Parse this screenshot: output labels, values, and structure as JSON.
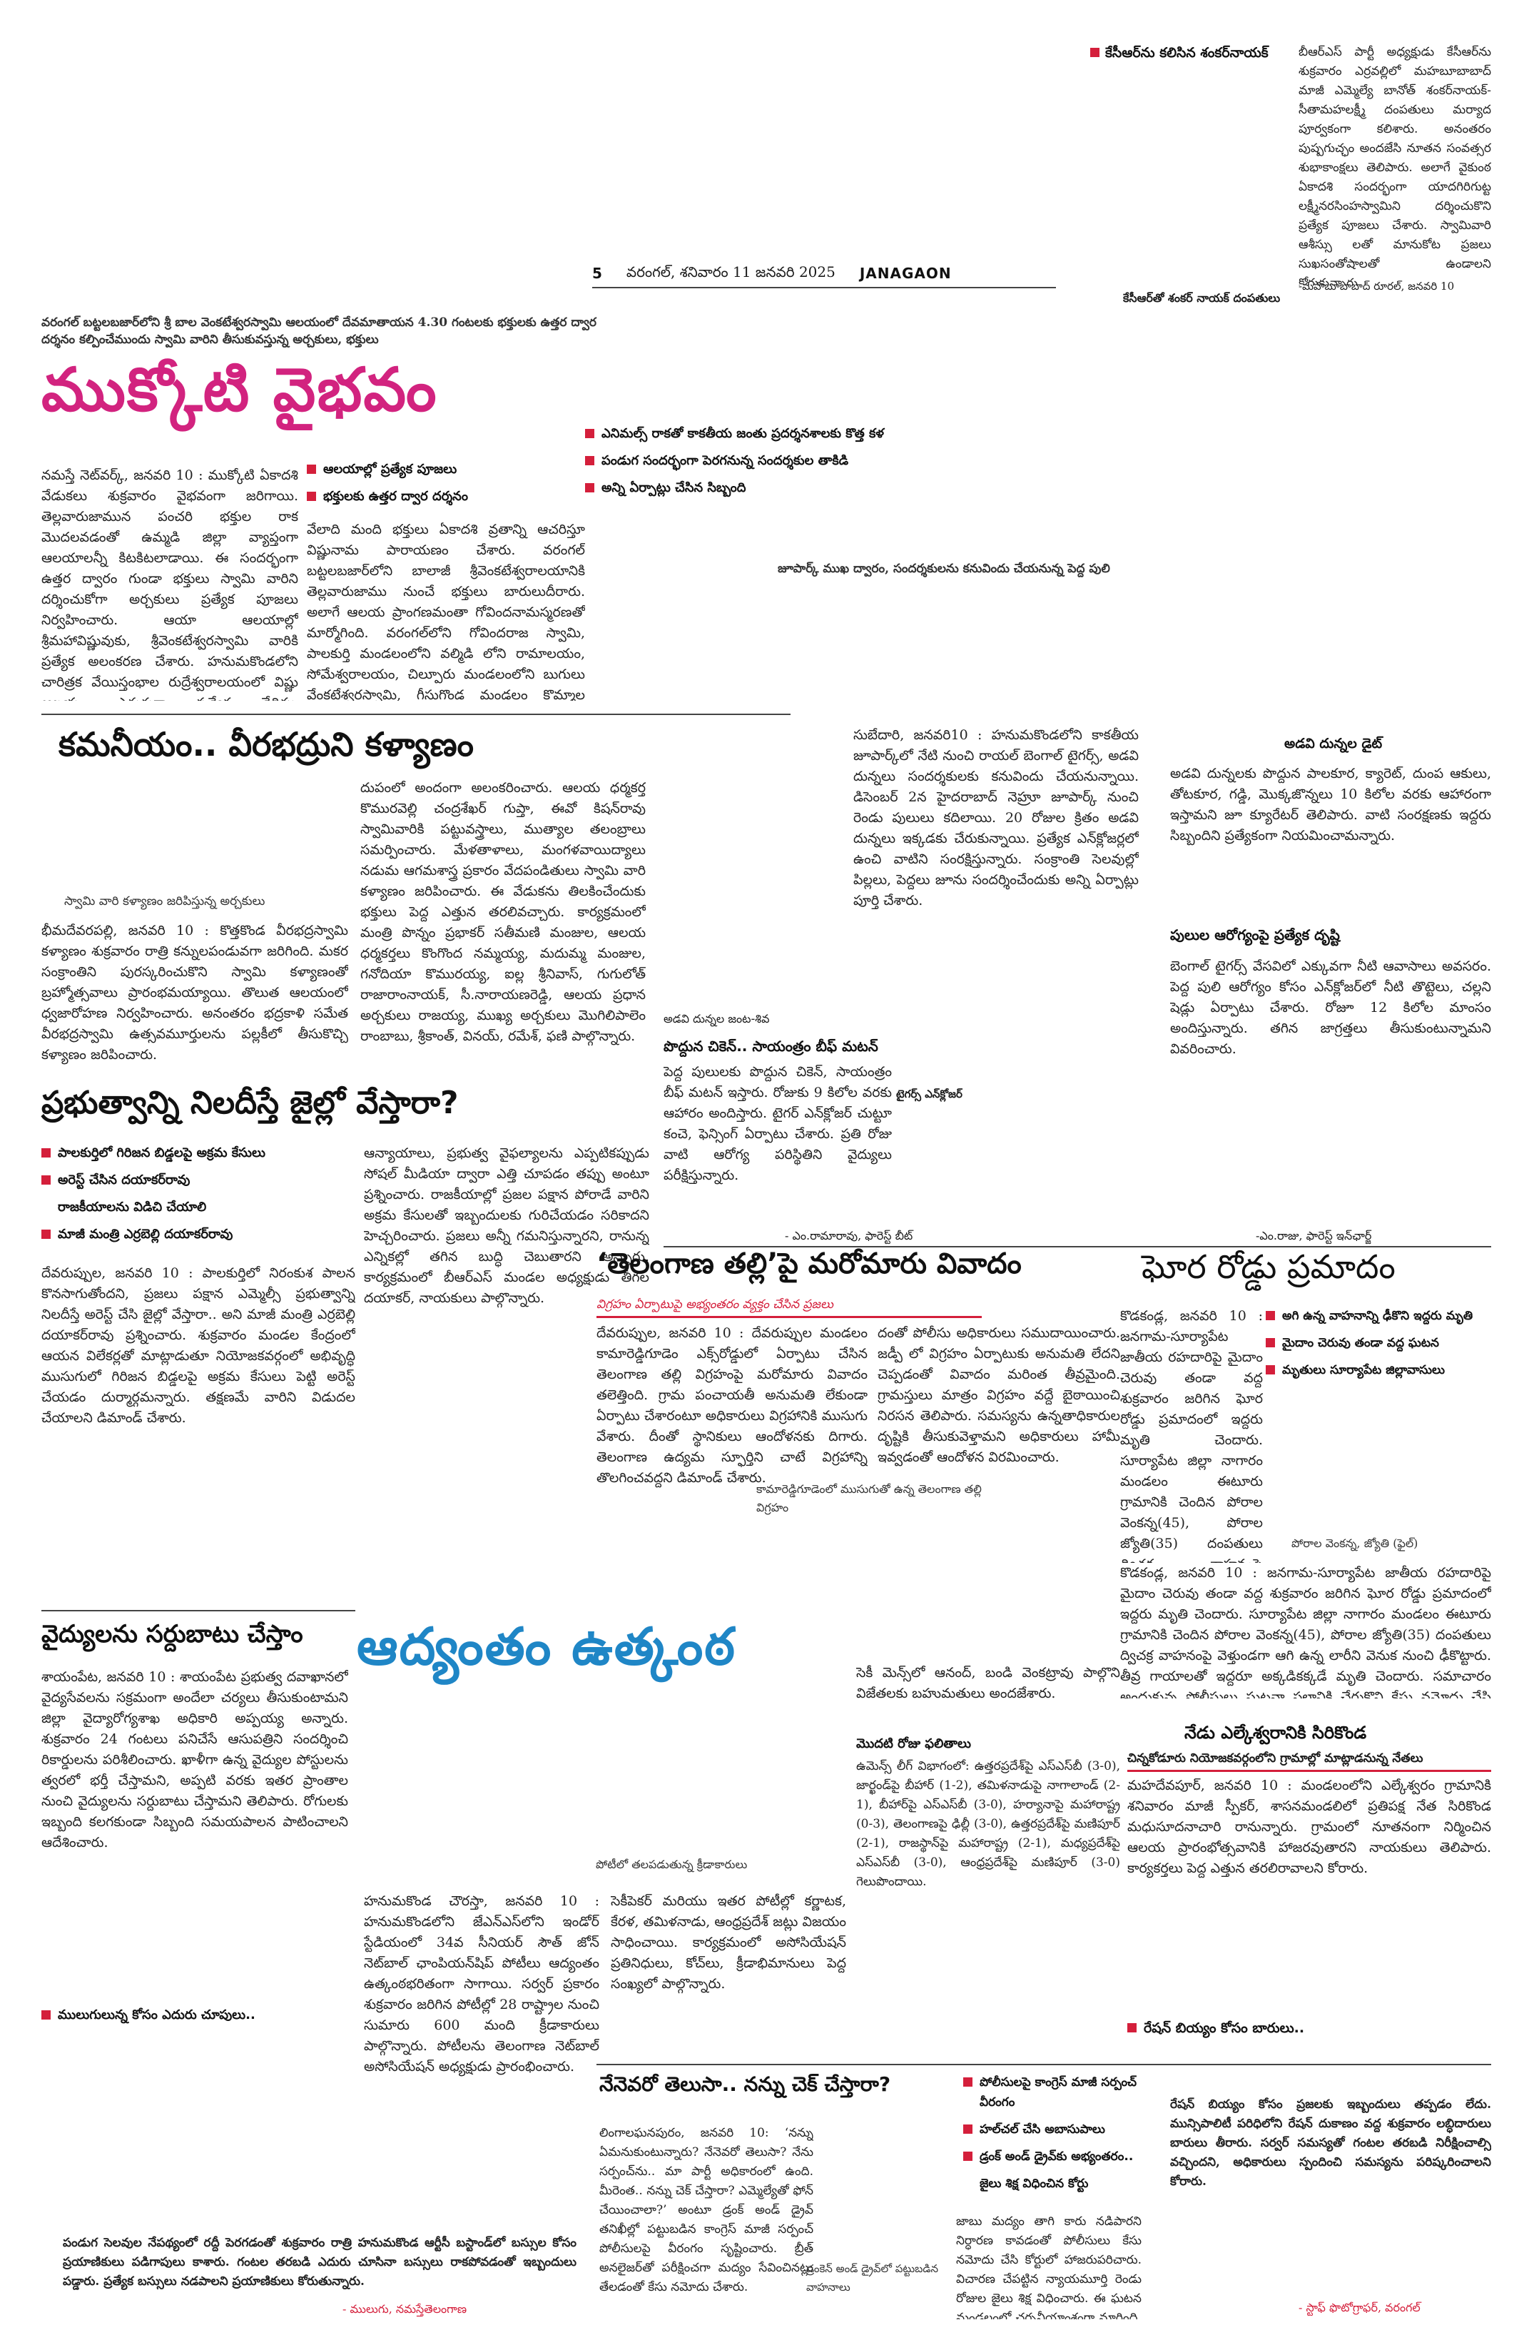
{
  "header": {
    "page_no": "5",
    "dateline": "వరంగల్, శనివారం 11 జనవరి 2025",
    "edition": "JANAGAON"
  },
  "top_right": {
    "headline": "కేసీఆర్‌ను కలిసిన శంకర్‌నాయక్",
    "body": "బీఆర్ఎస్ పార్టీ అధ్యక్షుడు కేసీఆర్‌ను శుక్రవారం ఎర్రవల్లిలో మహబూబాబాద్ మాజీ ఎమ్మెల్యే బానోత్ శంకర్‌నాయక్-సీతామహలక్ష్మీ దంపతులు మర్యాద పూర్వకంగా కలిశారు. అనంతరం పుష్పగుచ్ఛం అందజేసి నూతన సంవత్సర శుభాకాంక్షలు తెలిపారు. అలాగే వైకుంఠ ఏకాదశి సందర్భంగా యాదగిరిగుట్ట లక్ష్మీనరసింహస్వామిని దర్శించుకొని ప్రత్యేక పూజలు చేశారు. స్వామివారి ఆశీస్సు లతో మానుకోట ప్రజలు సుఖసంతోషాలతో ఉండాలని కోరుకున్నారు.",
    "credit": "-మహబూబాబాద్ రూరల్, జనవరి 10",
    "photo_caption": "కేసీఆర్‌తో శంకర్ నాయక్ దంపతులు"
  },
  "mukkoti": {
    "photo_caption": "వరంగల్ బట్టలబజార్‌లోని శ్రీ బాల వెంకటేశ్వరస్వామి ఆలయంలో దేవమాతాయన 4.30 గంటలకు భక్తులకు ఉత్తర ద్వార దర్శనం కల్పించేముందు స్వామి వారిని తీసుకువస్తున్న అర్చకులు, భక్తులు",
    "headline": "ముక్కోటి వైభవం",
    "bullets_right": [
      "ఎనిమల్స్ రాకతో కాకతీయ జంతు ప్రదర్శనశాలకు కొత్త కళ",
      "పండుగ సందర్భంగా పెరగనున్న సందర్శకుల తాకిడి",
      "అన్ని ఏర్పాట్లు చేసిన సిబ్బంది"
    ],
    "bullets_left": [
      "ఆలయాల్లో ప్రత్యేక పూజలు",
      "భక్తులకు ఉత్తర ద్వార దర్శనం"
    ],
    "body1": "నమస్తే నెట్‌వర్క్, జనవరి 10 : ముక్కోటి ఏకాదశి వేడుకలు శుక్రవారం వైభవంగా జరిగాయి. తెల్లవారుజామున పంచరి భక్తుల రాక మొదలవడంతో ఉమ్మడి జిల్లా వ్యాప్తంగా ఆలయాలన్నీ కిటకిటలాడాయి. ఈ సందర్భంగా ఉత్తర ద్వారం గుండా భక్తులు స్వామి వారిని దర్శించుకోగా అర్చకులు ప్రత్యేక పూజలు నిర్వహించారు. ఆయా ఆలయాల్లో శ్రీమహావిష్ణువుకు, శ్రీవెంకటేశ్వరస్వామి వారికి ప్రత్యేక అలంకరణ చేశారు. హనుమకొండలోని చారిత్రక వేయిస్తంభాల రుద్రేశ్వరాలయంలో విష్ణు ఆలయం ఎదురుగా ప్రత్యేక వేదిక్కు శ్రీరామావతారం శ్రీమహాలక్ష్మీ రూపంలో ఉత్తర ప్రదర్శనం అలంకరించిన భక్తులు పూజలు చేశారు.",
    "body2": "వేలాది మంది భక్తులు ఏకాదశి వ్రతాన్ని ఆచరిస్తూ విష్ణునామ పారాయణం చేశారు. వరంగల్ బట్టలబజార్‌లోని బాలాజీ శ్రీవెంకటేశ్వరాలయానికి తెల్లవారుజాము నుంచే భక్తులు బారులుదీరారు. అలాగే ఆలయ ప్రాంగణమంతా గోవిందనామస్మరణతో మార్మోగింది. వరంగల్‌లోని గోవిందరాజ స్వామి, పాలకుర్తి మండలంలోని వల్మిడి లోని రామాలయం, సోమేశ్వరాలయం, చిల్పూరు మండలంలోని బుగులు వేంకటేశ్వరస్వామి, గీసుగొండ మండలం కొమ్మాల లక్ష్మీనృసింహస్వామి ఆలయాల్లోనూ స్వామి దేవాలయంలో విశేష పూజలు నిర్వహించారు.",
    "zoo_caption": "జూపార్క్ ముఖ ద్వారం, సందర్శకులను కనువిందు చేయనున్న పెద్ద పులి"
  },
  "kamaneeyam": {
    "headline": "కమనీయం.. వీరభద్రుని కళ్యాణం",
    "photo_caption": "స్వామి వారి కళ్యాణం జరిపిస్తున్న అర్చకులు",
    "body_left": "భీమదేవరపల్లి, జనవరి 10 : కొత్తకొండ వీరభద్రస్వామి కళ్యాణం శుక్రవారం రాత్రి కన్నులపండువగా జరిగింది. మకర సంక్రాంతిని పురస్కరించుకొని స్వామి కళ్యాణంతో బ్రహ్మోత్సవాలు ప్రారంభమయ్యాయి. తొలుత ఆలయంలో ధ్వజారోహణ నిర్వహించారు. అనంతరం భద్రకాళి సమేత వీరభద్రస్వామి ఉత్సవమూర్తులను పల్లకీలో తీసుకొచ్చి కళ్యాణం జరిపించారు.",
    "body_right": "దుపంలో అందంగా అలంకరించారు. ఆలయ ధర్మకర్త కొమురవెల్లి చంద్రశేఖర్ గుప్తా, ఈవో కిషన్‌రావు స్వామివారికి పట్టువస్త్రాలు, ముత్యాల తలంబ్రాలు సమర్పించారు. మేళతాళాలు, మంగళవాయిద్యాలు నడుమ ఆగమశాస్త్ర ప్రకారం వేదపండితులు స్వామి వారి కళ్యాణం జరిపించారు. ఈ వేడుకను తిలకించేందుకు భక్తులు పెద్ద ఎత్తున తరలివచ్చారు. కార్యక్రమంలో మంత్రి పొన్నం ప్రభాకర్ సతీమణి మంజుల, ఆలయ ధర్మకర్తలు కొంగొంద నమ్మయ్య, మదుమ్మ మంజుల, గనోదియా కొమురయ్య, ఐల్ల శ్రీనివాస్, గుగులోత్ రాజారాంనాయక్, సీ.నారాయణరెడ్డి, ఆలయ ప్రధాన అర్చకులు రాజయ్య, ముఖ్య అర్చకులు మొగిలిపాలెం రాంబాబు, శ్రీకాంత్, వినయ్, రమేశ్, ఫణి పాల్గొన్నారు."
  },
  "prabhutvam": {
    "headline": "ప్రభుత్వాన్ని నిలదీస్తే జైల్లో వేస్తారా?",
    "bullets": [
      "పాలకుర్తిలో గిరిజన బిడ్డలపై అక్రమ కేసులు",
      "అరెస్ట్ చేసిన దయాకర్‌రావు",
      "రాజకీయాలను విడిచి చేయాలి",
      "మాజీ మంత్రి ఎర్రబెల్లి దయాకర్‌రావు"
    ],
    "body_left": "దేవరుప్పుల, జనవరి 10 : పాలకుర్తిలో నిరంకుశ పాలన కొనసాగుతోందని, ప్రజలు పక్షాన ఎమ్మెల్సీ ప్రభుత్వాన్ని నిలదీస్తే అరెస్ట్ చేసి జైల్లో వేస్తారా.. అని మాజీ మంత్రి ఎర్రబెల్లి దయాకర్‌రావు ప్రశ్నించారు. శుక్రవారం మండల కేంద్రంలో ఆయన విలేకర్లతో మాట్లాడుతూ నియోజకవర్గంలో అభివృద్ధి ముసుగులో గిరిజన బిడ్డలపై అక్రమ కేసులు పెట్టి అరెస్ట్ చేయడం దుర్మార్గమన్నారు. తక్షణమే వారిని విడుదల చేయాలని డిమాండ్ చేశారు.",
    "body_right": "ఆన్యాయాలు, ప్రభుత్వ వైఫల్యాలను ఎప్పటికప్పుడు సోషల్ మీడియా ద్వారా ఎత్తి చూపడం తప్పు అంటూ ప్రశ్నించారు. రాజకీయాల్లో ప్రజల పక్షాన పోరాడే వారిని అక్రమ కేసులతో ఇబ్బందులకు గురిచేయడం సరికాదని హెచ్చరించారు. ప్రజలు అన్నీ గమనిస్తున్నారని, రానున్న ఎన్నికల్లో తగిన బుద్ధి చెబుతారని అన్నారు. కార్యక్రమంలో బీఆర్ఎస్ మండల అధ్యక్షుడు తీగల దయాకర్, నాయకులు పాల్గొన్నారు."
  },
  "vaidyulu": {
    "headline": "వైద్యులను సర్దుబాటు చేస్తాం",
    "body": "శాయంపేట, జనవరి 10 : శాయంపేట ప్రభుత్వ దవాఖానలో వైద్యసేవలను సక్రమంగా అందేలా చర్యలు తీసుకుంటామని జిల్లా వైద్యారోగ్యశాఖ అధికారి అప్పయ్య అన్నారు. శుక్రవారం 24 గంటలు పనిచేసే ఆసుపత్రిని సందర్శించి రికార్డులను పరిశీలించారు. ఖాళీగా ఉన్న వైద్యుల పోస్టులను త్వరలో భర్తీ చేస్తామని, అప్పటి వరకు ఇతర ప్రాంతాల నుంచి వైద్యులను సర్దుబాటు చేస్తామని తెలిపారు. రోగులకు ఇబ్బంది కలగకుండా సిబ్బంది సమయపాలన పాటించాలని ఆదేశించారు.",
    "bullet": "ములుగులున్న కోసం ఎదురు చూపులు.."
  },
  "adivi": {
    "label": "అడవి దున్నల డైట్",
    "body1": "అడవి దున్నలకు పొద్దున పాలకూర, క్యారెట్, దుంప ఆకులు, తోటకూర, గడ్డి, మొక్కజొన్నలు 10 కిలోల వరకు ఆహారంగా ఇస్తామని జూ క్యూరేటర్ తెలిపారు. వాటి సంరక్షణకు ఇద్దరు సిబ్బందిని ప్రత్యేకంగా నియమించామన్నారు.",
    "sub": "పులుల ఆరోగ్యంపై ప్రత్యేక దృష్టి",
    "body2": "బెంగాల్ టైగర్స్ వేసవిలో ఎక్కువగా నీటి ఆవాసాలు అవసరం. పెద్ద పులి ఆరోగ్యం కోసం ఎన్‌క్లోజర్‌లో నీటి తొట్టెలు, చల్లని షెడ్లు ఏర్పాటు చేశారు. రోజూ 12 కిలోల మాంసం అందిస్తున్నారు. తగిన జాగ్రత్తలు తీసుకుంటున్నామని వివరించారు.",
    "credit": "-ఎం.రాజు, ఫారెస్ట్ ఇన్‌ఛార్జ్",
    "middle_body": "సుబేదారి, జనవరి10 : హనుమకొండలోని కాకతీయ జూపార్క్‌లో నేటి నుంచి రాయల్ బెంగాల్ టైగర్స్, అడవి దున్నలు సందర్శకులకు కనువిందు చేయనున్నాయి. డిసెంబర్ 2న హైదరాబాద్ నెహ్రూ జూపార్క్ నుంచి రెండు పులులు కదిలాయి. 20 రోజుల క్రితం అడవి దున్నలు ఇక్కడకు చేరుకున్నాయి. ప్రత్యేక ఎన్‌క్లోజర్లలో ఉంచి వాటిని సంరక్షిస్తున్నారు. సంక్రాంతి సెలవుల్లో పిల్లలు, పెద్దలు జూను సందర్శించేందుకు అన్ని ఏర్పాట్లు పూర్తి చేశారు.",
    "tiger_sub": "పొద్దున చికెన్.. సాయంత్రం బీఫ్ మటన్",
    "tiger_label": "అడవి దున్నల జంట-శివ",
    "tiger_body": "పెద్ద పులులకు పొద్దున చికెన్, సాయంత్రం బీఫ్ మటన్ ఇస్తారు. రోజుకు 9 కిలోల వరకు ఆహారం అందిస్తారు. టైగర్ ఎన్‌క్లోజర్ చుట్టూ కంచె, ఫెన్సింగ్ ఏర్పాటు చేశారు. ప్రతి రోజు వాటి ఆరోగ్య పరిస్థితిని వైద్యులు పరీక్షిస్తున్నారు.",
    "tiger_credit": "- ఎం.రామారావు, ఫారెస్ట్ బీట్",
    "tiger_photo": "టైగర్స్ ఎన్‌క్లోజర్"
  },
  "telangana_talli": {
    "headline": "‘తెలంగాణ తల్లి’పై మరోమారు వివాదం",
    "deck": "విగ్రహం ఏర్పాటుపై అభ్యంతరం వ్యక్తం చేసిన ప్రజలు",
    "photo_caption": "కామారెడ్డిగూడెంలో ముసుగుతో ఉన్న తెలంగాణ తల్లి విగ్రహం",
    "body1": "దేవరుప్పుల, జనవరి 10 : దేవరుప్పుల మండలం కామారెడ్డిగూడెం ఎక్స్‌రోడ్డులో ఏర్పాటు చేసిన తెలంగాణ తల్లి విగ్రహంపై మరోమారు వివాదం తలెత్తింది. గ్రామ పంచాయతీ అనుమతి లేకుండా ఏర్పాటు చేశారంటూ అధికారులు విగ్రహానికి ముసుగు వేశారు. దీంతో స్థానికులు ఆందోళనకు దిగారు. తెలంగాణ ఉద్యమ స్ఫూర్తిని చాటే విగ్రహాన్ని తొలగించవద్దని డిమాండ్ చేశారు.",
    "body2": "దంతో పోలీసు అధికారులు సముదాయించారు. జడ్పీ లో విగ్రహం ఏర్పాటుకు అనుమతి లేదని చెప్పడంతో వివాదం మరింత తీవ్రమైంది. గ్రామస్తులు మాత్రం విగ్రహం వద్దే బైఠాయించి నిరసన తెలిపారు. సమస్యను ఉన్నతాధికారుల దృష్టికి తీసుకువెళ్తామని అధికారులు హామీ ఇవ్వడంతో ఆందోళన విరమించారు."
  },
  "ghora": {
    "headline": "ఘోర రోడ్డు ప్రమాదం",
    "bullets": [
      "అగి ఉన్న వాహనాన్ని ఢీకొని ఇద్దరు మృతి",
      "మైదాం చెరువు తండా వద్ద ఘటన",
      "మృతులు సూర్యాపేట జిల్లావాసులు"
    ],
    "photo_caption": "పోరాల వెంకన్న, జ్యోతి (ఫైల్)",
    "body": "కొడకండ్ల, జనవరి 10 : జనగామ-సూర్యాపేట జాతీయ రహదారిపై మైదాం చెరువు తండా వద్ద శుక్రవారం జరిగిన ఘోర రోడ్డు ప్రమాదంలో ఇద్దరు మృతి చెందారు. సూర్యాపేట జిల్లా నాగారం మండలం ఈటూరు గ్రామానికి చెందిన పోరాల వెంకన్న(45), పోరాల జ్యోతి(35) దంపతులు ద్విచక్ర వాహనంపై వెళ్తుండగా ఆగి ఉన్న లారీని వెనుక నుంచి ఢీకొట్టారు. తీవ్ర గాయాలతో ఇద్దరూ అక్కడికక్కడే మృతి చెందారు. సమాచారం అందుకున్న పోలీసులు ఘటనా స్థలానికి చేరుకొని కేసు నమోదు చేసి దర్యాప్తు చేపట్టారు. మృతదేహాలను పోస్టుమార్టం నిమిత్తం జనగామ జిల్లా ఆసుపత్రికి తరలించారు. ఈ ఘటనతో మృతుల కుటుంబాల్లో విషాదఛాయలు అలుముకున్నాయి.",
    "sub2": "నేడు ఎల్కేశ్వరానికి సిరికొండ",
    "sub2_deck": "చిన్నకోడూరు నియోజకవర్గంలోని గ్రామాల్లో మాట్లాడనున్న నేతలు",
    "body2": "మహదేవపూర్, జనవరి 10 : మండలంలోని ఎల్కేశ్వరం గ్రామానికి శనివారం మాజీ స్పీకర్, శాసనమండలిలో ప్రతిపక్ష నేత సిరికొండ మధుసూదనాచారి రానున్నారు. గ్రామంలో నూతనంగా నిర్మించిన ఆలయ ప్రారంభోత్సవానికి హాజరవుతారని నాయకులు తెలిపారు. కార్యకర్తలు పెద్ద ఎత్తున తరలిరావాలని కోరారు.",
    "bullet3": "రేషన్ బియ్యం కోసం బారులు.."
  },
  "adyantam": {
    "headline": "ఆద్యంతం ఉత్కంఠ",
    "photo_caption": "పోటీలో తలపడుతున్న క్రీడాకారులు",
    "body1": "హనుమకొండ చౌరస్తా, జనవరి 10 : హనుమకొండలోని జేఎన్ఎస్‌లోని ఇండోర్ స్టేడియంలో 34వ సీనియర్ సౌత్ జోన్ నెట్‌బాల్ ఛాంపియన్‌షిప్ పోటీలు ఆద్యంతం ఉత్కంఠభరితంగా సాగాయి. సర్వర్ ప్రకారం శుక్రవారం జరిగిన పోటీల్లో 28 రాష్ట్రాల నుంచి సుమారు 600 మంది క్రీడాకారులు పాల్గొన్నారు. పోటీలను తెలంగాణ నెట్‌బాల్ అసోసియేషన్ అధ్యక్షుడు ప్రారంభించారు.",
    "body2": "సెకీపెకర్ మరియు ఇతర పోటీల్లో కర్ణాటక, కేరళ, తమిళనాడు, ఆంధ్రప్రదేశ్ జట్లు విజయం సాధించాయి. కార్యక్రమంలో అసోసియేషన్ ప్రతినిధులు, కోచ్‌లు, క్రీడాభిమానులు పెద్ద సంఖ్యలో పాల్గొన్నారు.",
    "body3": "సెకీ మెన్స్‌లో ఆనంద్, బండి వెంకట్రావు పాల్గొని విజేతలకు బహుమతులు అందజేశారు.",
    "results_label": "మొదటి రోజు ఫలితాలు",
    "results": "ఉమెన్స్ లీగ్ విభాగంలో: ఉత్తరప్రదేశ్‌పై ఎస్ఎస్‌బీ (3-0), జార్ఖండ్‌పై బీహార్ (1-2), తమిళనాడుపై నాగాలాండ్ (2-1), బీహార్‌పై ఎస్ఎస్‌బీ (3-0), హర్యానాపై మహారాష్ట్ర (0-3), తెలంగాణపై ఢిల్లీ (3-0), ఉత్తరప్రదేశ్‌పై మణిపూర్ (2-1), రాజస్థాన్‌పై మహారాష్ట్ర (2-1), మధ్యప్రదేశ్‌పై ఎస్ఎస్‌బీ (3-0), ఆంధ్రప్రదేశ్‌పై మణిపూర్ (3-0) గెలుపొందాయి."
  },
  "nenevaro": {
    "headline": "నేనెవరో తెలుసా.. నన్ను చెక్ చేస్తారా?",
    "bullets": [
      "పోలీసులపై కాంగ్రెస్ మాజీ సర్పంచ్ వీరంగం",
      "హల్‌చల్ చేసి అబాసుపాలు",
      "డ్రంక్ అండ్ డ్రైవ్‌కు అభ్యంతరం..",
      "జైలు శిక్ష విధించిన కోర్టు"
    ],
    "body1": "లింగాలఘనపురం, జనవరి 10: ‘నన్ను ఏమనుకుంటున్నారు? నేనెవరో తెలుసా? నేను సర్పంచ్‌ను.. మా పార్టీ అధికారంలో ఉంది. మీరెంత.. నన్ను చెక్ చేస్తారా? ఎమ్మెల్యేతో ఫోన్ చేయించాలా?’ అంటూ డ్రంక్ అండ్ డ్రైవ్ తనిఖీల్లో పట్టుబడిన కాంగ్రెస్ మాజీ సర్పంచ్ పోలీసులపై వీరంగం సృష్టించారు. బ్రీత్ అనలైజర్‌తో పరీక్షించగా మద్యం సేవించినట్లు తేలడంతో కేసు నమోదు చేశారు.",
    "photo_caption": "డ్రంకెన్ అండ్ డ్రైవ్‌లో పట్టుబడిన వాహనాలు",
    "body2": "జాబు మద్యం తాగి కారు నడిపారని నిర్ధారణ కావడంతో పోలీసులు కేసు నమోదు చేసి కోర్టులో హాజరుపరిచారు. విచారణ చేపట్టిన న్యాయమూర్తి రెండు రోజుల జైలు శిక్ష విధించారు. ఈ ఘటన మండలంలో చర్చనీయాంశంగా మారింది. ప్రజాప్రతినిధులు చట్టాన్ని గౌరవించాలని పోలీసులు సూచించారు."
  },
  "bottom_left": {
    "body": "పండుగ సెలవుల నేపథ్యంలో రద్దీ పెరగడంతో శుక్రవారం రాత్రి హనుమకొండ ఆర్టీసీ బస్టాండ్‌లో బస్సుల కోసం ప్రయాణికులు పడిగాపులు కాశారు. గంటల తరబడి ఎదురు చూసినా బస్సులు రాకపోవడంతో ఇబ్బందులు పడ్డారు. ప్రత్యేక బస్సులు నడపాలని ప్రయాణికులు కోరుతున్నారు.",
    "credit": "- ములుగు, నమస్తేతెలంగాణ"
  },
  "bottom_right": {
    "body": "రేషన్ బియ్యం కోసం ప్రజలకు ఇబ్బందులు తప్పడం లేదు. మున్సిపాలిటీ పరిధిలోని రేషన్ దుకాణం వద్ద శుక్రవారం లబ్ధిదారులు బారులు తీరారు. సర్వర్ సమస్యతో గంటల తరబడి నిరీక్షించాల్సి వచ్చిందని, అధికారులు స్పందించి సమస్యను పరిష్కరించాలని కోరారు.",
    "credit": "- స్టాఫ్ ఫొటోగ్రాఫర్, వరంగల్"
  },
  "colors": {
    "accent_red": "#d41f3b",
    "mukkoti_pink": "#d2237f",
    "adyantam_blue": "#1f86c6"
  }
}
